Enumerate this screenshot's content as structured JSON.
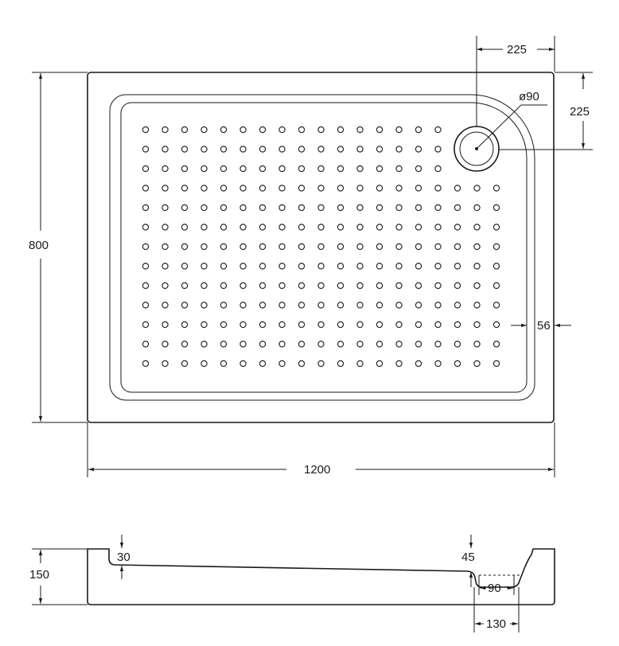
{
  "drawing": {
    "top_view": {
      "width_label": "1200",
      "height_label": "800",
      "drain_offset_x_label": "225",
      "drain_offset_y_label": "225",
      "drain_diameter_label": "ø90",
      "edge_label": "56"
    },
    "side_view": {
      "height_label": "150",
      "depth_left_label": "30",
      "depth_right_label": "45",
      "drain_width_label": "90",
      "drain_outer_label": "130"
    }
  }
}
